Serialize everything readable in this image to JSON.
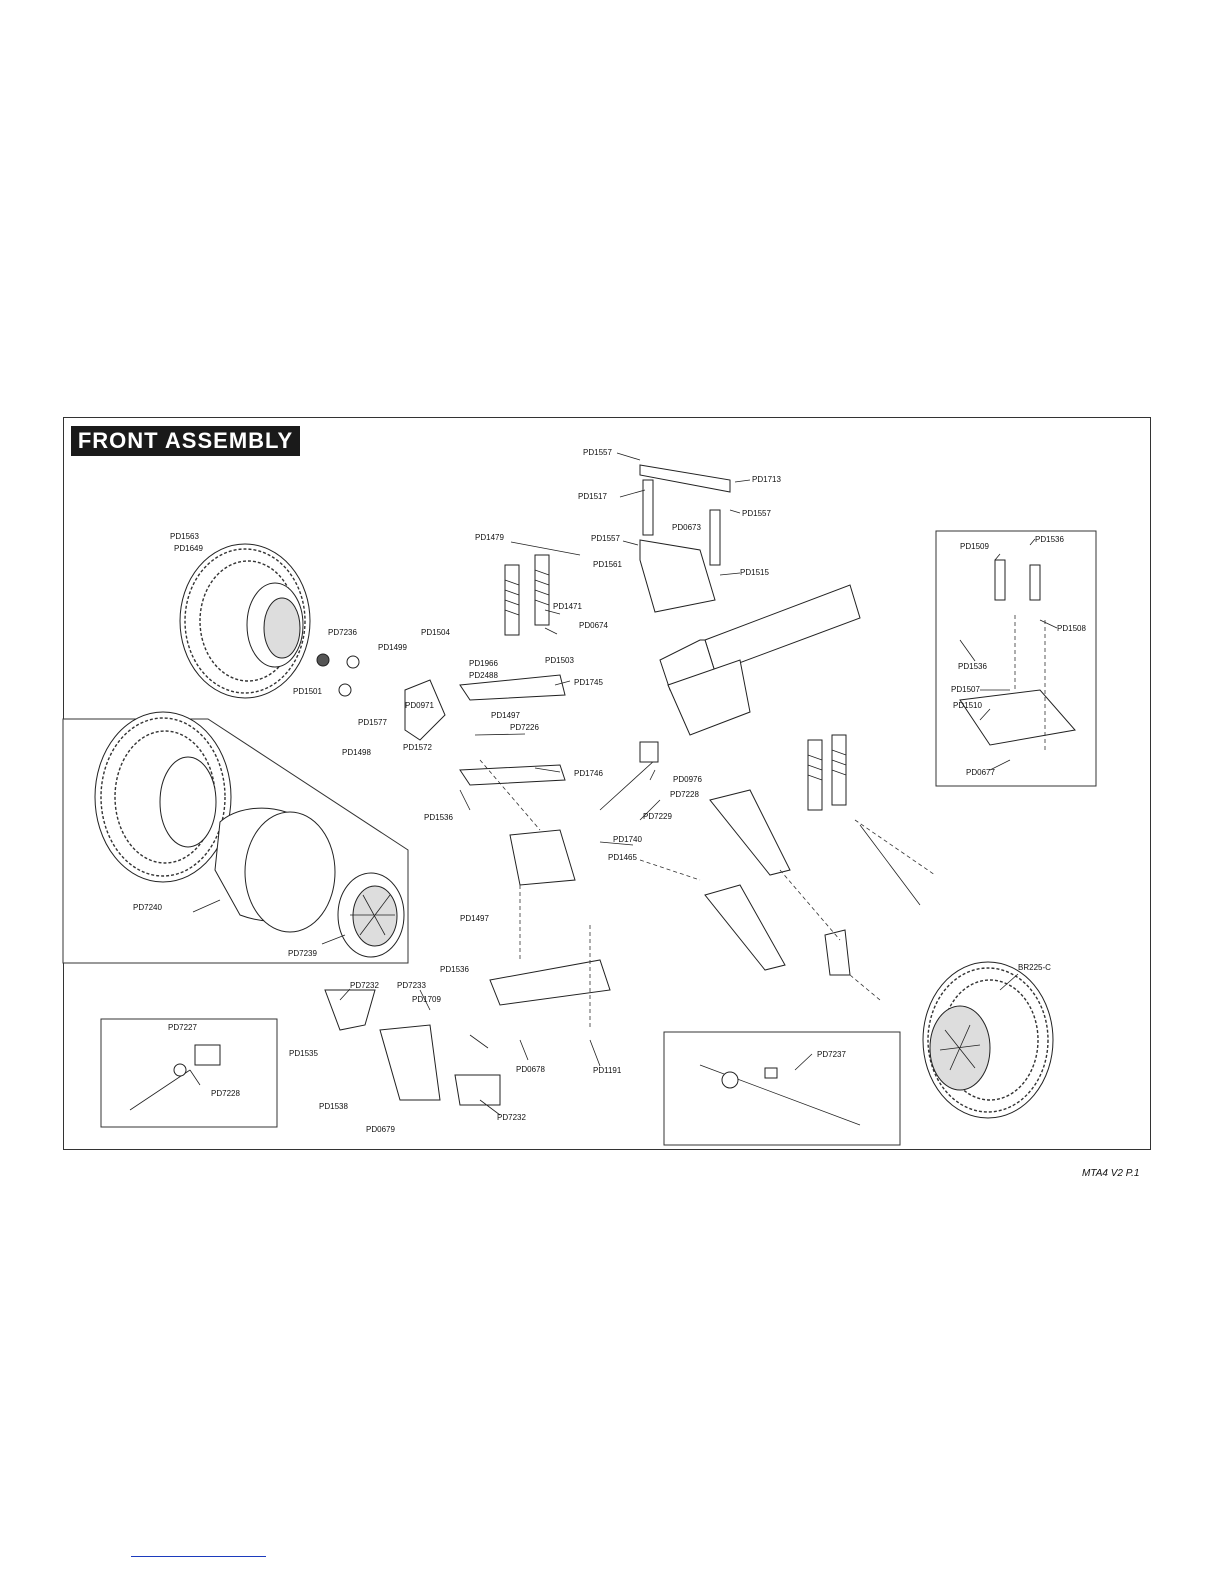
{
  "title": "FRONT ASSEMBLY",
  "page_ref": "MTA4 V2  P.1",
  "labels": {
    "pd1557_top": "PD1557",
    "pd1517": "PD1517",
    "pd1713": "PD1713",
    "pd1557_right": "PD1557",
    "pd1557_mid": "PD1557",
    "pd0673": "PD0673",
    "pd1561": "PD1561",
    "pd1515": "PD1515",
    "pd0674": "PD0674",
    "pd1479": "PD1479",
    "pd1471": "PD1471",
    "pd1503": "PD1503",
    "pd1504": "PD1504",
    "pd1966": "PD1966",
    "pd2488": "PD2488",
    "pd1745": "PD1745",
    "pd1497_a": "PD1497",
    "pd7226": "PD7226",
    "pd0971": "PD0971",
    "pd1572": "PD1572",
    "pd1499": "PD1499",
    "pd1501": "PD1501",
    "pd1577": "PD1577",
    "pd1498": "PD1498",
    "pd7236": "PD7236",
    "pd1563": "PD1563",
    "pd1649": "PD1649",
    "pd1746": "PD1746",
    "pd1536_a": "PD1536",
    "pd0976": "PD0976",
    "pd7228_a": "PD7228",
    "pd7229": "PD7229",
    "pd1740": "PD1740",
    "pd1465": "PD1465",
    "pd1497_b": "PD1497",
    "pd7240": "PD7240",
    "pd7239": "PD7239",
    "pd1536_b": "PD1536",
    "pd7232_a": "PD7232",
    "pd7233": "PD7233",
    "pd1709": "PD1709",
    "pd1535": "PD1535",
    "pd1538": "PD1538",
    "pd0679": "PD0679",
    "pd7232_b": "PD7232",
    "pd0678": "PD0678",
    "pd1191": "PD1191",
    "pd7227": "PD7227",
    "pd7228_b": "PD7228",
    "pd7237": "PD7237",
    "br225c": "BR225-C",
    "pd1509": "PD1509",
    "pd1536_c": "PD1536",
    "pd1508": "PD1508",
    "pd1536_d": "PD1536",
    "pd1507": "PD1507",
    "pd1510": "PD1510",
    "pd0677": "PD0677"
  }
}
